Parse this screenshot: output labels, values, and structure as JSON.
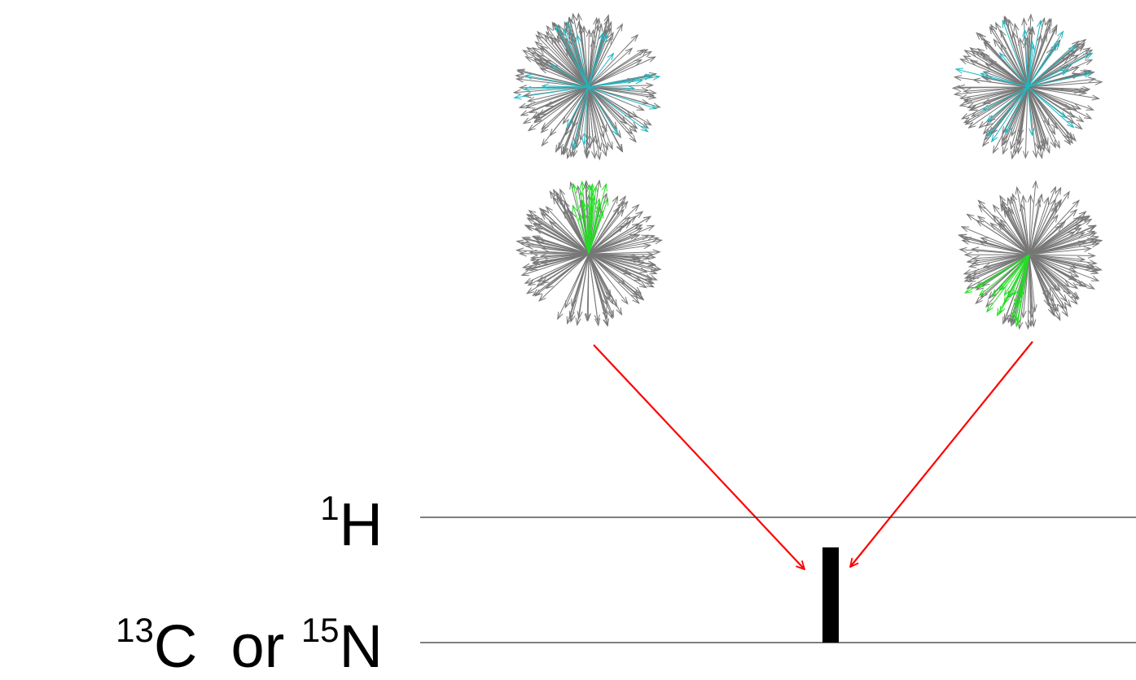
{
  "labels": {
    "h_mass": "1",
    "h_symbol": "H",
    "c_mass": "13",
    "c_symbol": "C",
    "or_text": "or",
    "n_mass": "15",
    "n_symbol": "N"
  },
  "colors": {
    "vector_gray": "#777777",
    "proton_highlight": "#1fb8c0",
    "heteronuclear_highlight": "#22dd22",
    "transfer_arrow": "#ff0000",
    "channel_line": "#333333",
    "pulse": "#000000"
  },
  "elements": {
    "spheres": [
      {
        "id": "left-proton-sphere",
        "highlight": "proton",
        "spread": "wide"
      },
      {
        "id": "right-proton-sphere",
        "highlight": "proton",
        "spread": "wide"
      },
      {
        "id": "left-heteronuclear-sphere",
        "highlight": "heteronuclear",
        "direction": "up"
      },
      {
        "id": "right-heteronuclear-sphere",
        "highlight": "heteronuclear",
        "direction": "down-left"
      }
    ],
    "transfer_arrows": [
      "left-transfer-arrow",
      "right-transfer-arrow"
    ],
    "channels": [
      "proton-channel-line",
      "heteronuclear-channel-line"
    ],
    "pulse": "heteronuclear-pulse"
  }
}
